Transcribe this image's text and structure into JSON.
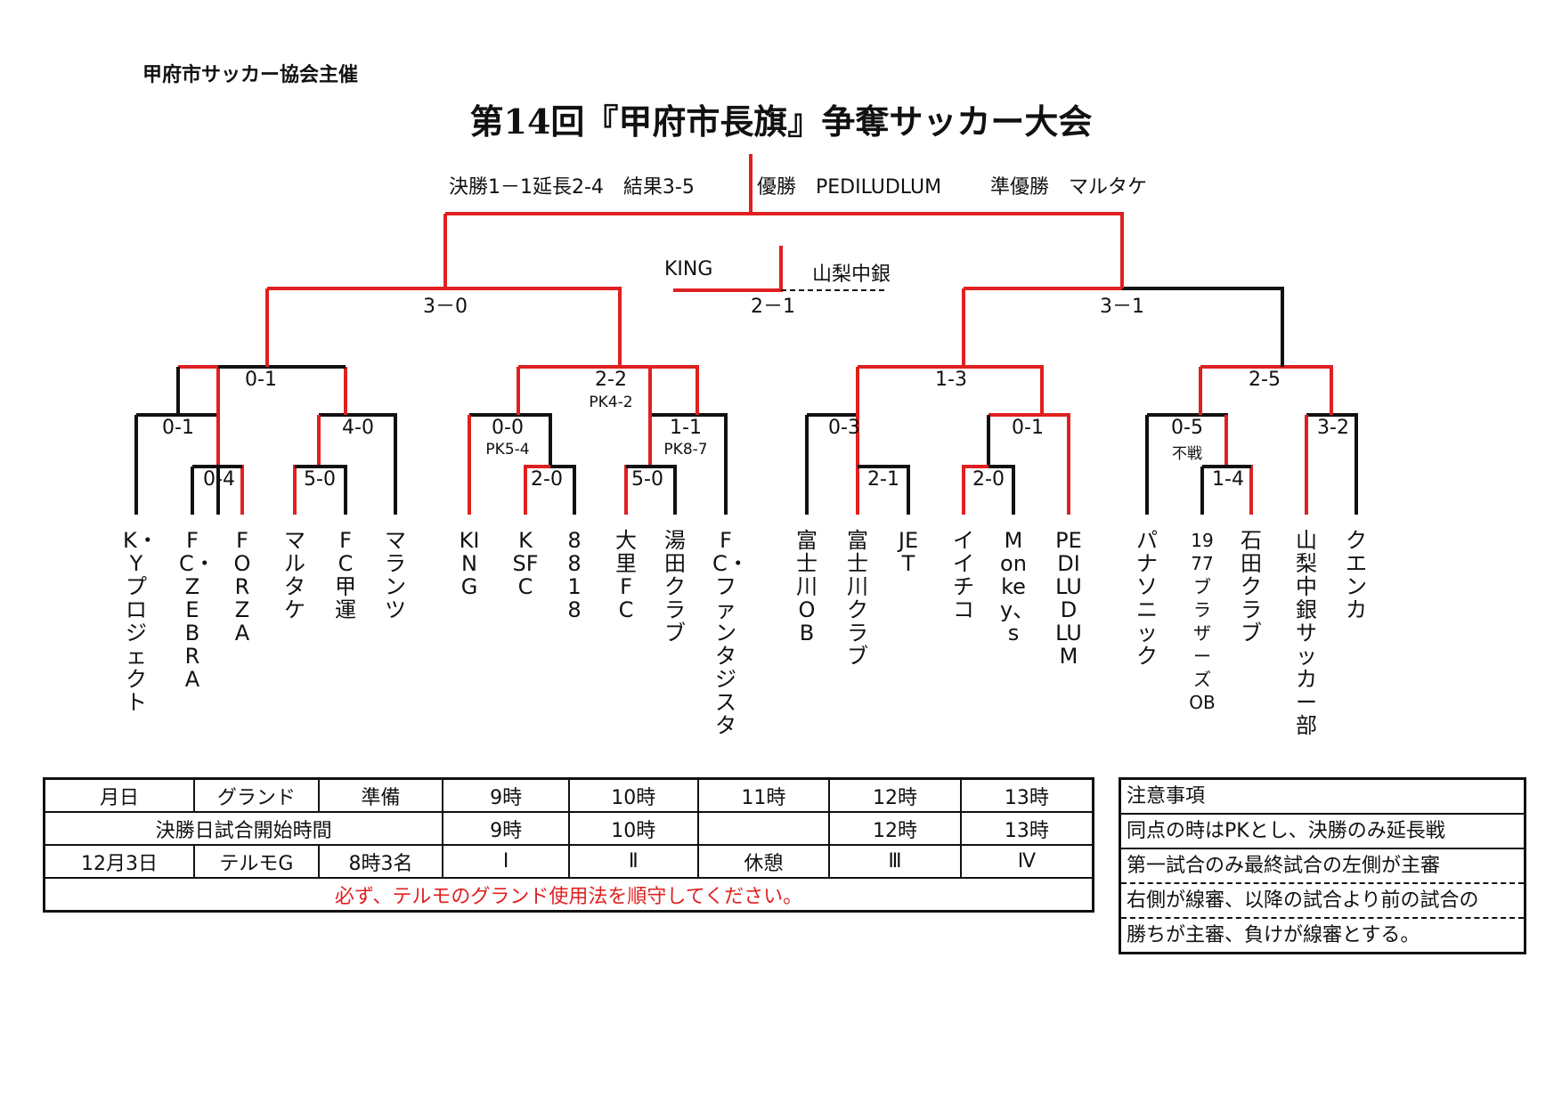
{
  "organizer": "甲府市サッカー協会主催",
  "title": "第14回『甲府市長旗』争奪サッカー大会",
  "final": {
    "summary": "決勝1－1延長2-4　結果3-5",
    "champion": "優勝　PEDILUDLUM",
    "runner_up": "準優勝　マルタケ"
  },
  "third_place": {
    "left": "KING",
    "right": "山梨中銀",
    "score": "2－1"
  },
  "colors": {
    "win": "#e02020",
    "line": "#111111"
  },
  "teams": [
    "K・Yプロジェクト",
    "FC・ZEBRA",
    "FORZA",
    "マルタケ",
    "FC甲運",
    "マランツ",
    "KING",
    "KSFC",
    "8818",
    "大里FC",
    "湯田クラブ",
    "FC・ファンタジスタ",
    "富士川OB",
    "富士川クラブ",
    "JET",
    "イイチコ",
    "Monkey、s",
    "PEDILUDLUM",
    "パナソニック",
    "1977ブラザーズOB",
    "石田クラブ",
    "山梨中銀サッカー部",
    "クエンカ"
  ],
  "scores": {
    "r3_left": "3－0",
    "r3_right": "3－1",
    "q1": "0-1",
    "q2": "2-2",
    "q2_note": "PK4-2",
    "q3": "1-3",
    "q4": "2-5",
    "m1": "0-1",
    "m2": "4-0",
    "m3": "0-0",
    "m3_note": "PK5-4",
    "m4": "1-1",
    "m4_note": "PK8-7",
    "m5": "0-3",
    "m6": "0-1",
    "m7": "0-5",
    "m7_note": "不戦",
    "m8": "3-2",
    "p1": "0-4",
    "p2": "5-0",
    "p3": "2-0",
    "p4": "5-0",
    "p5": "2-1",
    "p6": "2-0",
    "p7": "1-4"
  },
  "schedule": {
    "header": [
      "月日",
      "グランド",
      "準備",
      "9時",
      "10時",
      "11時",
      "12時",
      "13時"
    ],
    "row1_label": "決勝日試合開始時間",
    "row1": [
      "9時",
      "10時",
      "",
      "12時",
      "13時"
    ],
    "row2": [
      "12月3日",
      "テルモG",
      "8時3名",
      "Ⅰ",
      "Ⅱ",
      "休憩",
      "Ⅲ",
      "Ⅳ"
    ],
    "footer": "必ず、テルモのグランド使用法を順守してください。"
  },
  "notes": [
    "注意事項",
    "同点の時はPKとし、決勝のみ延長戦",
    "第一試合のみ最終試合の左側が主審",
    "右側が線審、以降の試合より前の試合の",
    "勝ちが主審、負けが線審とする。"
  ]
}
